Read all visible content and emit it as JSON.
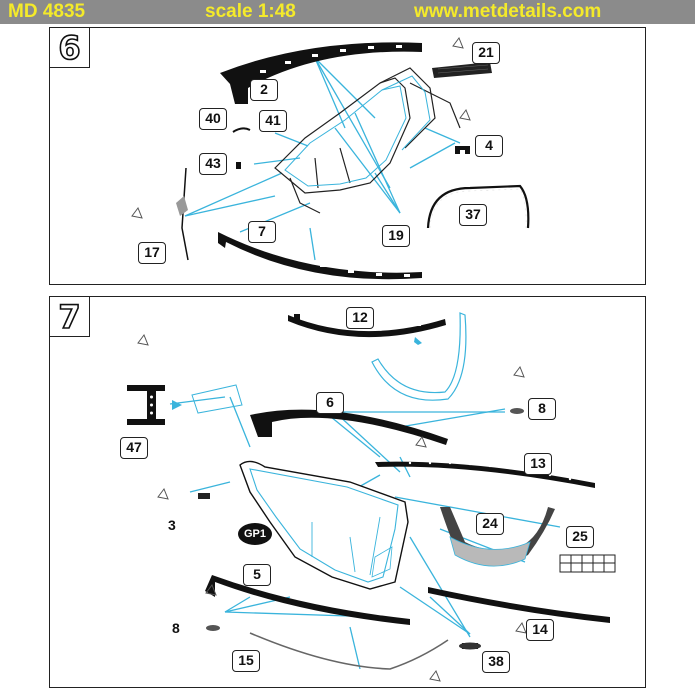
{
  "header": {
    "product_code": "MD 4835",
    "scale": "scale 1:48",
    "website": "www.metdetails.com",
    "bar_color": "#8b8b8b",
    "text_color": "#f4ea2a"
  },
  "accent_color": "#3ab4dc",
  "steps": [
    {
      "number": "6",
      "parts": [
        "21",
        "2",
        "40",
        "41",
        "4",
        "43",
        "37",
        "17",
        "7",
        "19"
      ],
      "icons": [
        "glue-icon"
      ]
    },
    {
      "number": "7",
      "parts": [
        "12",
        "6",
        "8",
        "47",
        "13",
        "3",
        "24",
        "25",
        "5",
        "8",
        "14",
        "15",
        "38"
      ],
      "note_badge": "GP1",
      "icons": [
        "glue-icon",
        "bend-arrow-icon"
      ]
    }
  ]
}
